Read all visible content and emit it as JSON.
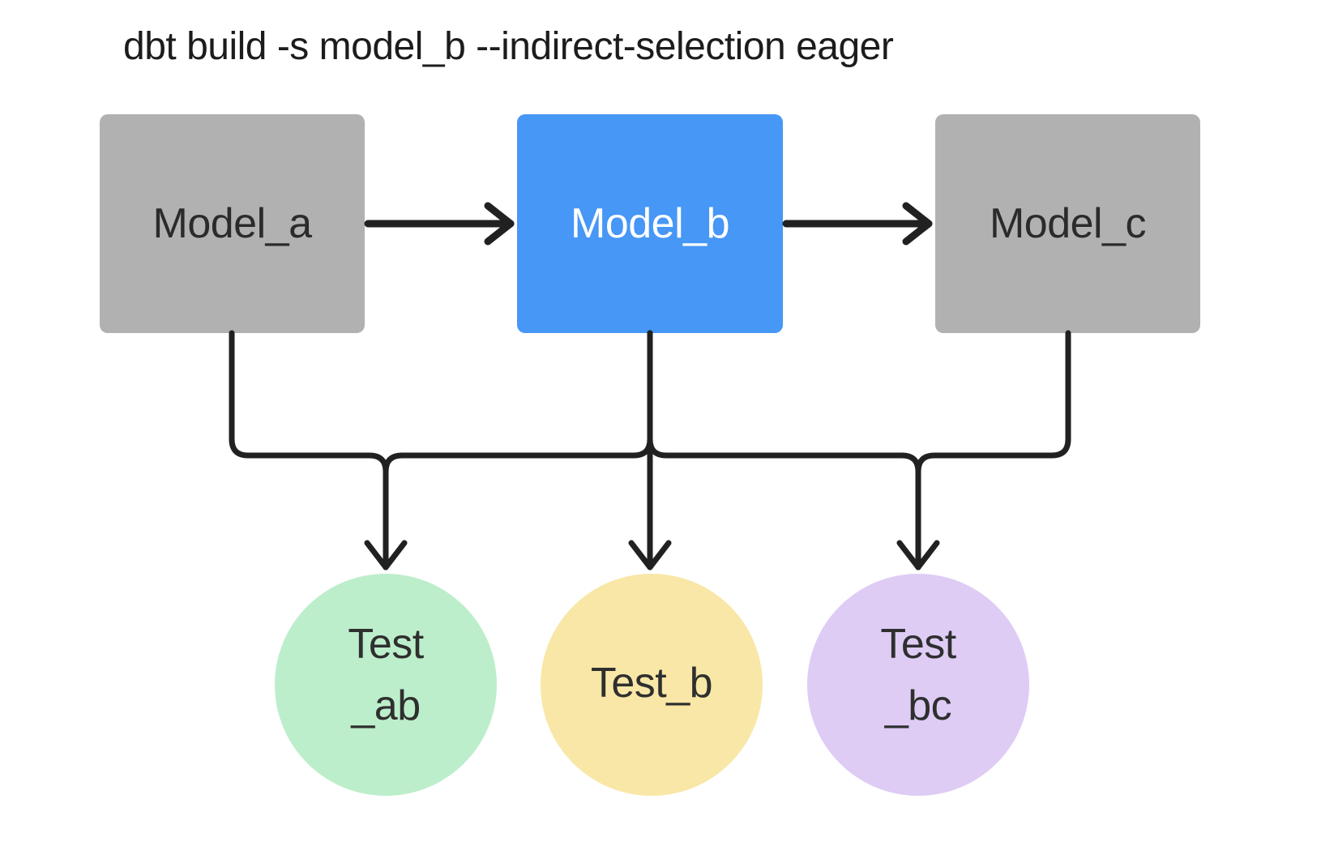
{
  "title": "dbt build -s model_b --indirect-selection eager",
  "colors": {
    "background": "#ffffff",
    "selected_model_fill": "#4697f6",
    "unselected_model_fill": "#b1b1b1",
    "test_ab_fill": "#bdeecb",
    "test_b_fill": "#f8e7a6",
    "test_bc_fill": "#deccf5",
    "connector": "#212121",
    "model_label_dark": "#2b2b2b",
    "model_label_light": "#ffffff",
    "title_text": "#1c1c1c"
  },
  "nodes": {
    "model_a": {
      "label": "Model_a",
      "shape": "rectangle",
      "selected": false
    },
    "model_b": {
      "label": "Model_b",
      "shape": "rectangle",
      "selected": true
    },
    "model_c": {
      "label": "Model_c",
      "shape": "rectangle",
      "selected": false
    },
    "test_ab": {
      "lines": [
        "Test",
        "_ab"
      ],
      "shape": "circle"
    },
    "test_b": {
      "lines": [
        "Test_b"
      ],
      "shape": "circle"
    },
    "test_bc": {
      "lines": [
        "Test",
        "_bc"
      ],
      "shape": "circle"
    }
  },
  "edges": [
    {
      "from": "model_a",
      "to": "model_b",
      "kind": "model-dependency"
    },
    {
      "from": "model_b",
      "to": "model_c",
      "kind": "model-dependency"
    },
    {
      "from": "model_a",
      "to": "test_ab",
      "kind": "test"
    },
    {
      "from": "model_b",
      "to": "test_ab",
      "kind": "test"
    },
    {
      "from": "model_b",
      "to": "test_b",
      "kind": "test"
    },
    {
      "from": "model_b",
      "to": "test_bc",
      "kind": "test"
    },
    {
      "from": "model_c",
      "to": "test_bc",
      "kind": "test"
    }
  ]
}
